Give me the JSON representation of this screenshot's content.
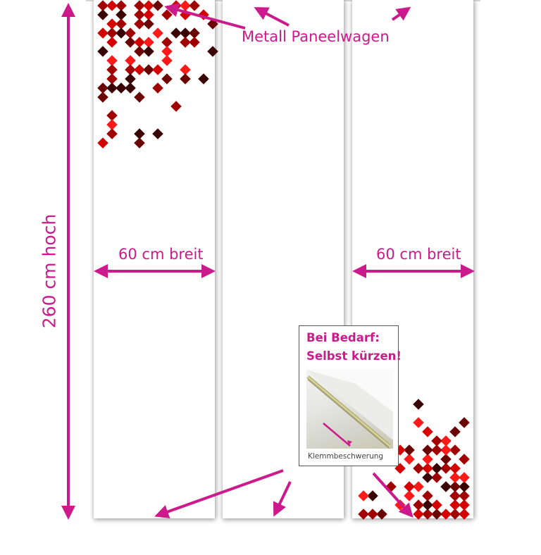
{
  "labels": {
    "height": "260 cm hoch",
    "width_left": "60 cm breit",
    "width_right": "60 cm breit",
    "carriage": "Metall Paneelwagen"
  },
  "info_box": {
    "title_line1": "Bei Bedarf:",
    "title_line2": "Selbst kürzen!",
    "caption": "Klemmbeschwerung"
  },
  "colors": {
    "annotation": "#cc1a8c",
    "tile_palette": [
      "#ff1a1a",
      "#d40000",
      "#a10000",
      "#6b0000",
      "#3a0000"
    ]
  }
}
